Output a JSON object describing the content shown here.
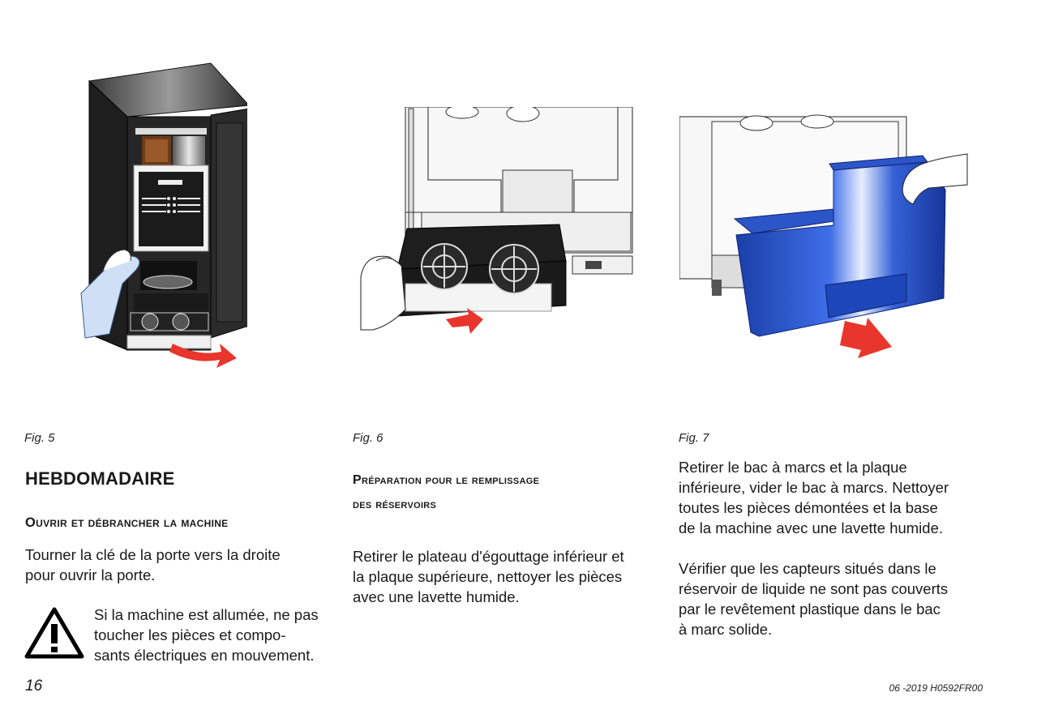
{
  "figures": [
    {
      "caption": "Fig. 5"
    },
    {
      "caption": "Fig. 6"
    },
    {
      "caption": "Fig. 7"
    }
  ],
  "column1": {
    "heading": "HEBDOMADAIRE",
    "subheading": "Ouvrir et débrancher la machine",
    "text": "Tourner la clé de la porte vers la droite\npour ouvrir la porte.",
    "warning": "Si la machine est allumée, ne pas\ntoucher les pièces et compo-\nsants électriques en mouvement."
  },
  "column2": {
    "subheading_line1": "Préparation pour le remplissage",
    "subheading_line2": "des réservoirs",
    "text": "Retirer le plateau d'égouttage inférieur et\nla plaque supérieure, nettoyer les pièces\navec une lavette humide."
  },
  "column3": {
    "text1": "Retirer le bac à marcs et la plaque\ninférieure, vider le bac à marcs. Nettoyer\ntoutes les pièces démontées et la base\nde la machine avec une lavette humide.",
    "text2": "Vérifier que les capteurs situés dans le\nréservoir de liquide ne sont pas couverts\npar le revêtement plastique dans le bac\nà marc solide."
  },
  "footer": {
    "page_number": "16",
    "doc_ref": "06 -2019 H0592FR00"
  },
  "colors": {
    "arrow": "#e8362d",
    "tray_blue": "#1f4fc0",
    "machine_dark": "#2a2a2a"
  },
  "icons": [
    "warning-triangle-icon",
    "machine-illustration",
    "drip-tray-illustration",
    "grounds-bin-illustration"
  ]
}
